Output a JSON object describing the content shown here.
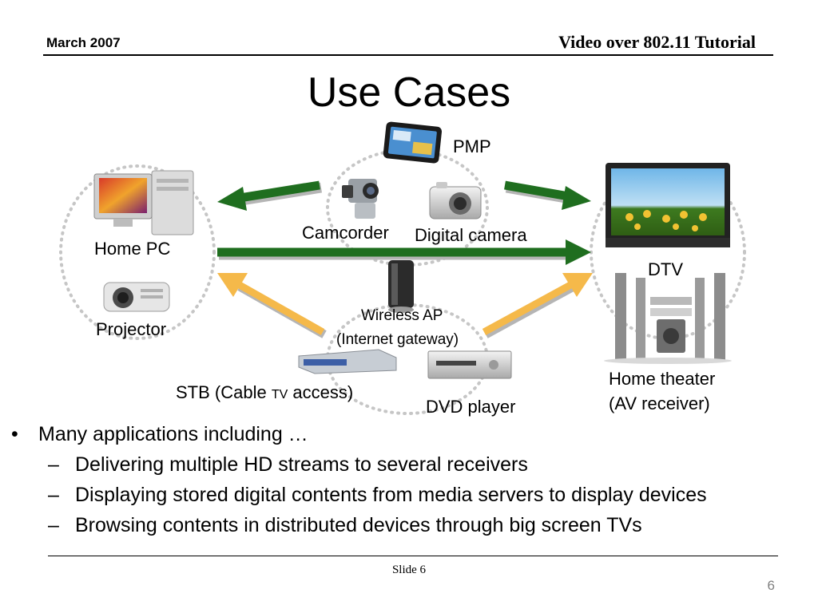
{
  "header": {
    "date": "March 2007",
    "doc_title": "Video over 802.11 Tutorial"
  },
  "title": "Use Cases",
  "diagram": {
    "devices": {
      "pmp": "PMP",
      "camcorder": "Camcorder",
      "digital_camera": "Digital camera",
      "home_pc": "Home PC",
      "projector": "Projector",
      "dtv": "DTV",
      "wireless_ap_line1": "Wireless AP",
      "wireless_ap_line2": "(Internet gateway)",
      "stb_prefix": "STB (Cable ",
      "stb_small": "TV",
      "stb_suffix": " access)",
      "dvd_player": "DVD player",
      "home_theater_line1": "Home theater",
      "home_theater_line2": "(AV receiver)"
    },
    "colors": {
      "green_arrow": "#1f6e1f",
      "orange_arrow": "#f5b94a",
      "dotted_circle": "#c8c8c8"
    }
  },
  "bullets": {
    "main": "Many applications including …",
    "main_mark": "•",
    "sub_mark": "–",
    "sub": [
      "Delivering multiple HD streams to several receivers",
      "Displaying stored digital contents from media servers to display devices",
      "Browsing contents in distributed devices through big screen TVs"
    ]
  },
  "footer": {
    "slide_label": "Slide 6",
    "page_number": "6"
  }
}
